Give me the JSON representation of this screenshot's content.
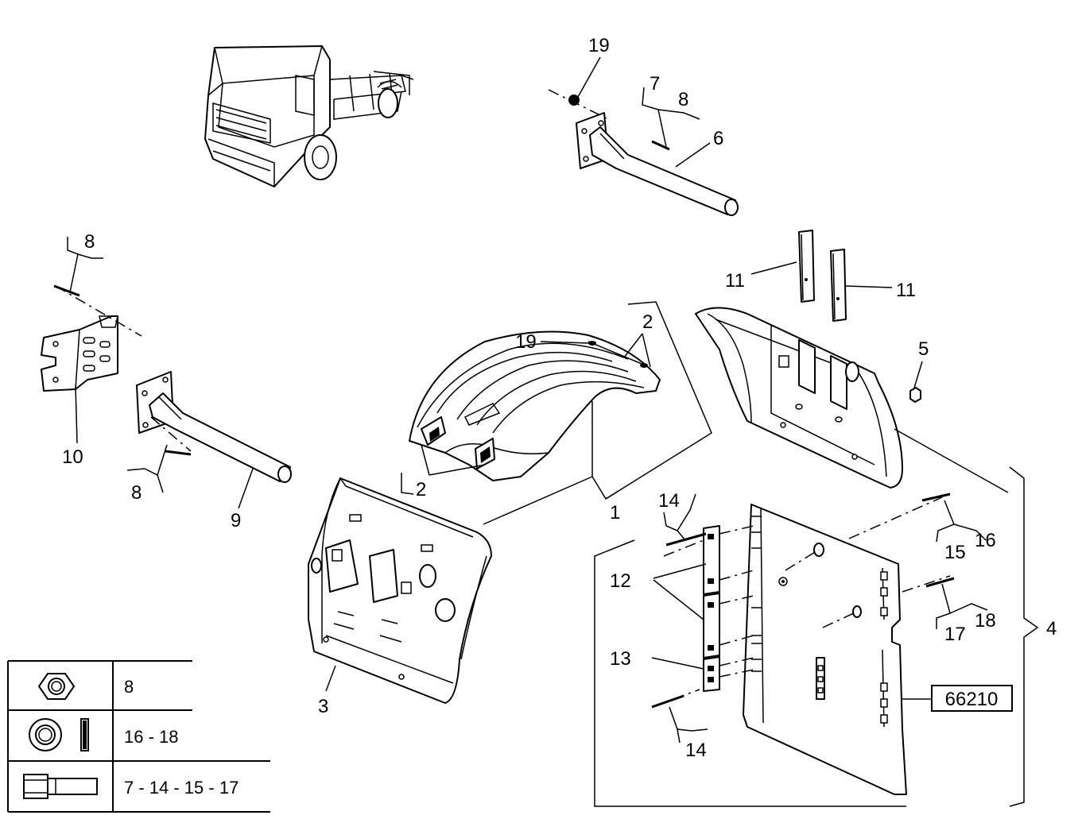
{
  "callouts": {
    "c1": "1",
    "c2a": "2",
    "c2b": "2",
    "c3": "3",
    "c4": "4",
    "c5": "5",
    "c6": "6",
    "c7": "7",
    "c8a": "8",
    "c8b": "8",
    "c8c": "8",
    "c9": "9",
    "c10": "10",
    "c11a": "11",
    "c11b": "11",
    "c12": "12",
    "c13": "13",
    "c14a": "14",
    "c14b": "14",
    "c15": "15",
    "c16": "16",
    "c17": "17",
    "c18": "18",
    "c19a": "19",
    "c19b": "19"
  },
  "reference_box": "66210",
  "legend": [
    {
      "icon": "hex-nut-icon",
      "parts": "8"
    },
    {
      "icon": "washer-and-pin-icon",
      "parts": "16 - 18"
    },
    {
      "icon": "bolt-icon",
      "parts": "7 - 14 - 15 - 17"
    }
  ]
}
